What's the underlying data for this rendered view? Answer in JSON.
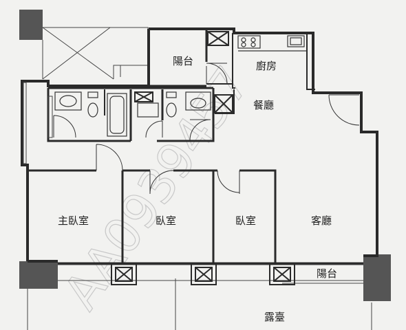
{
  "rooms": {
    "balcony_top": "陽台",
    "kitchen": "廚房",
    "dining": "餐廳",
    "master_bedroom": "主臥室",
    "bedroom_1": "臥室",
    "bedroom_2": "臥室",
    "living_room": "客廳",
    "balcony_bottom": "陽台",
    "terrace": "露臺"
  },
  "watermark": "AA0939457",
  "colors": {
    "wall": "#2a2a2a",
    "wall_fill": "#555555",
    "line": "#333333",
    "paper": "#f2f2f0"
  }
}
